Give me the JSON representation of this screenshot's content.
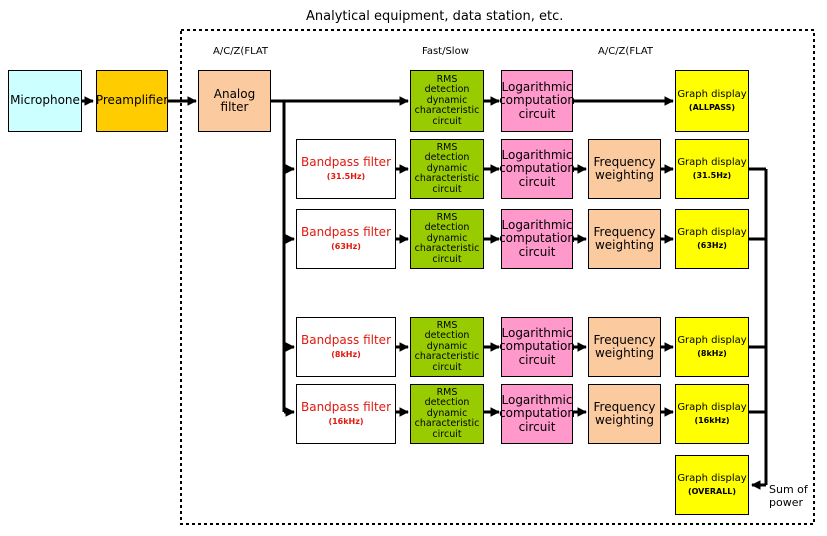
{
  "header": {
    "title": "Analytical equipment, data station, etc.",
    "weighting_top_left": "A/C/Z(FLAT",
    "time_weighting": "Fast/Slow",
    "weighting_top_right": "A/C/Z(FLAT"
  },
  "input_chain": {
    "microphone": "Microphone",
    "preamplifier": "Preamplifier",
    "analog_filter": "Analog filter"
  },
  "blocks": {
    "rms": [
      "RMS",
      "detection",
      "dynamic",
      "characteristic",
      "circuit"
    ],
    "log": "Logarithmic computation circuit",
    "freq": "Frequency weighting",
    "bandpass": "Bandpass filter",
    "graph": "Graph display"
  },
  "rows": [
    {
      "id": "allpass",
      "band": "",
      "graph_label": "(ALLPASS)"
    },
    {
      "id": "31hz",
      "band": "(31.5Hz)",
      "graph_label": "(31.5Hz)"
    },
    {
      "id": "63hz",
      "band": "(63Hz)",
      "graph_label": "(63Hz)"
    },
    {
      "id": "8khz",
      "band": "(8kHz)",
      "graph_label": "(8kHz)"
    },
    {
      "id": "16khz",
      "band": "(16kHz)",
      "graph_label": "(16kHz)"
    }
  ],
  "overall": {
    "title": "Graph display",
    "label": "(OVERALL)"
  },
  "sum_of_power": [
    "Sum of",
    "power"
  ]
}
